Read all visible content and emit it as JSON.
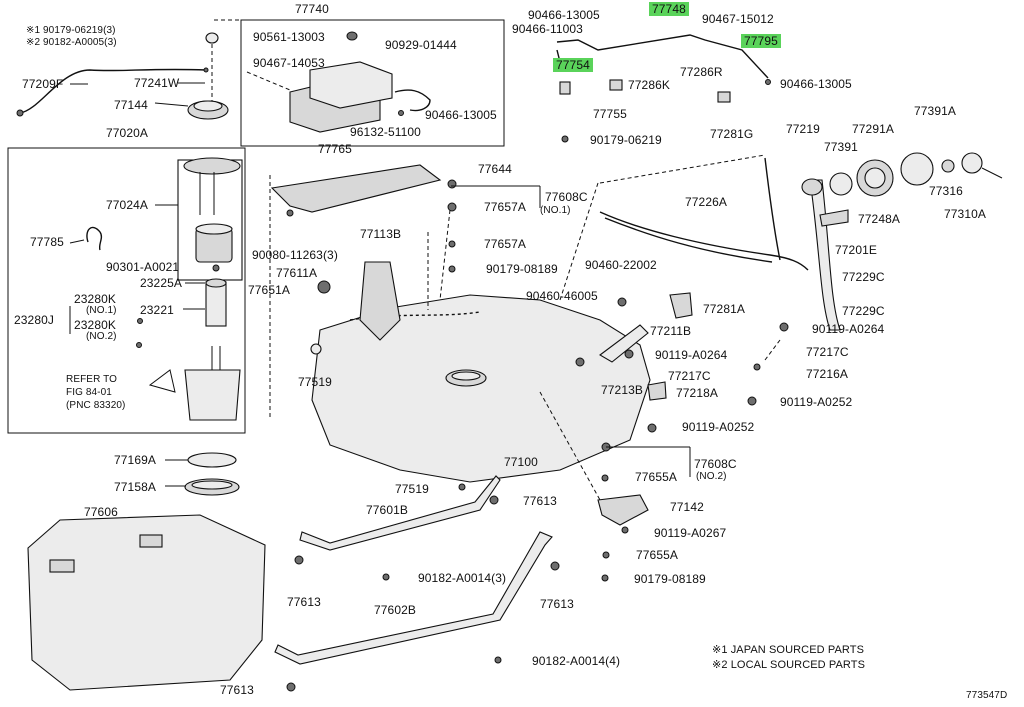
{
  "diagram": {
    "figure_id": "773547D",
    "highlight_color": "#5ad35a",
    "labels": {
      "p77740": "77740",
      "pA190179": "※1 90179-06219(3)",
      "pA290182": "※2 90182-A0005(3)",
      "p90561": "90561-13003",
      "p90929": "90929-01444",
      "p90467_14053": "90467-14053",
      "p90466_13005_a": "90466-13005",
      "p96132": "96132-51100",
      "p77209F": "77209F",
      "p77241W": "77241W",
      "p77144": "77144",
      "p77020A": "77020A",
      "p77024A": "77024A",
      "p77785": "77785",
      "p90301": "90301-A0021",
      "p23225A": "23225A",
      "p23280K_1": "23280K",
      "p_no1": "(NO.1)",
      "p23280J": "23280J",
      "p23221": "23221",
      "p23280K_2": "23280K",
      "p_no2": "(NO.2)",
      "refer": "REFER TO\nFIG 84-01\n(PNC 83320)",
      "p77169A": "77169A",
      "p77158A": "77158A",
      "p77606": "77606",
      "p90466_13005_b": "90466-13005",
      "p90466_11003": "90466-11003",
      "p77748": "77748",
      "p90467_15012": "90467-15012",
      "p77795": "77795",
      "p77754": "77754",
      "p77286R": "77286R",
      "p90466_13005_c": "90466-13005",
      "p77286K": "77286K",
      "p77755": "77755",
      "p77281G": "77281G",
      "p90179_06219": "90179-06219",
      "p77765": "77765",
      "p77644": "77644",
      "p77608C_1": "77608C",
      "p_no1b": "(NO.1)",
      "p77657A_1": "77657A",
      "p90080": "90080-11263(3)",
      "p77113B": "77113B",
      "p77657A_2": "77657A",
      "p90179_08189_a": "90179-08189",
      "p77611A": "77611A",
      "p77651A": "77651A",
      "p77519_a": "77519",
      "p77219": "77219",
      "p77291A": "77291A",
      "p77391A": "77391A",
      "p77391": "77391",
      "p77316": "77316",
      "p77310A": "77310A",
      "p77226A": "77226A",
      "p77248A": "77248A",
      "p77201E": "77201E",
      "p90460_22002": "90460-22002",
      "p77229C_1": "77229C",
      "p90460_46005": "90460-46005",
      "p77281A": "77281A",
      "p77229C_2": "77229C",
      "p77211B": "77211B",
      "p90119_A0264_a": "90119-A0264",
      "p90119_A0264_b": "90119-A0264",
      "p77217C_1": "77217C",
      "p77217C_2": "77217C",
      "p77216A": "77216A",
      "p77213B": "77213B",
      "p77218A": "77218A",
      "p90119_A0252_a": "90119-A0252",
      "p90119_A0252_b": "90119-A0252",
      "p77100": "77100",
      "p77608C_2": "77608C",
      "p77655A_1": "77655A",
      "p_no2b": "(NO.2)",
      "p77519_b": "77519",
      "p77613_a": "77613",
      "p77142": "77142",
      "p77601B": "77601B",
      "p90119_A0267": "90119-A0267",
      "p77655A_2": "77655A",
      "p90179_08189_b": "90179-08189",
      "p77613_b": "77613",
      "p90182_A0014_3": "90182-A0014(3)",
      "p77613_c": "77613",
      "p77602B": "77602B",
      "p90182_A0014_4": "90182-A0014(4)",
      "p77613_d": "77613",
      "note1": "※1 JAPAN SOURCED PARTS",
      "note2": "※2 LOCAL SOURCED PARTS"
    }
  }
}
